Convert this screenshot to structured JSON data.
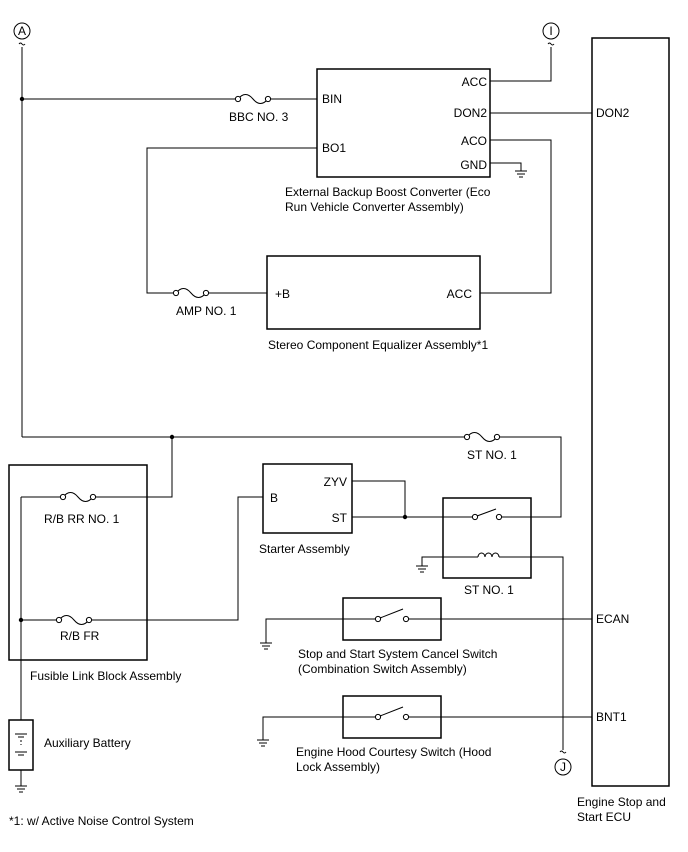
{
  "connectors": {
    "a": "A",
    "i": "I",
    "j": "J"
  },
  "fuses": {
    "bbc_no3": "BBC NO. 3",
    "amp_no1": "AMP NO. 1",
    "st_no1": "ST NO. 1",
    "rb_rr_no1": "R/B RR NO. 1",
    "rb_fr": "R/B FR"
  },
  "components": {
    "boost_converter": {
      "pins": {
        "bin": "BIN",
        "bo1": "BO1",
        "acc": "ACC",
        "don2": "DON2",
        "aco": "ACO",
        "gnd": "GND"
      },
      "name_line1": "External Backup Boost Converter (Eco",
      "name_line2": "Run Vehicle Converter Assembly)"
    },
    "equalizer": {
      "pins": {
        "b": "+B",
        "acc": "ACC"
      },
      "name": "Stereo Component Equalizer Assembly*1"
    },
    "starter": {
      "pins": {
        "b": "B",
        "zyv": "ZYV",
        "st": "ST"
      },
      "name": "Starter Assembly"
    },
    "st_relay": {
      "name": "ST NO. 1"
    },
    "cancel_switch": {
      "name_line1": "Stop and Start System Cancel Switch",
      "name_line2": "(Combination Switch Assembly)"
    },
    "hood_switch": {
      "name_line1": "Engine Hood Courtesy Switch (Hood",
      "name_line2": "Lock Assembly)"
    },
    "fusible_link": {
      "name": "Fusible Link Block Assembly"
    },
    "battery": {
      "name": "Auxiliary Battery"
    },
    "ecu": {
      "pins": {
        "don2": "DON2",
        "ecan": "ECAN",
        "bnt1": "BNT1"
      },
      "name_line1": "Engine Stop and",
      "name_line2": "Start ECU"
    }
  },
  "footnote": "*1: w/ Active Noise Control System"
}
